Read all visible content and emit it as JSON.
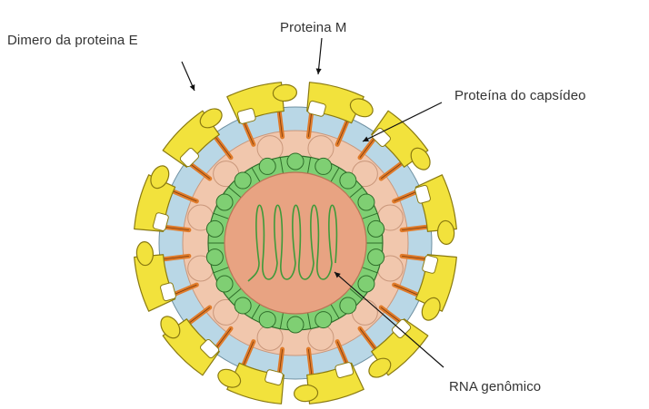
{
  "labels": {
    "e_dimer": "Dimero da proteina E",
    "m_protein": "Proteina M",
    "capsid_protein": "Proteína do capsídeo",
    "genomic_rna": "RNA genômico"
  },
  "colors": {
    "background": "#ffffff",
    "e_protein": "#f2e23c",
    "e_protein_outline": "#8a7a10",
    "membrane": "#b9d7e6",
    "membrane_outline": "#6d8fa0",
    "m_protein": "#e07b2a",
    "inner_membrane": "#f1c7ad",
    "capsid": "#7fcf73",
    "capsid_outline": "#2f6e2a",
    "core": "#e8a382",
    "rna_strand": "#3f9a3a",
    "pointer": "#111111"
  },
  "icons": [
    "virus-particle-diagram",
    "pointer-arrow"
  ]
}
